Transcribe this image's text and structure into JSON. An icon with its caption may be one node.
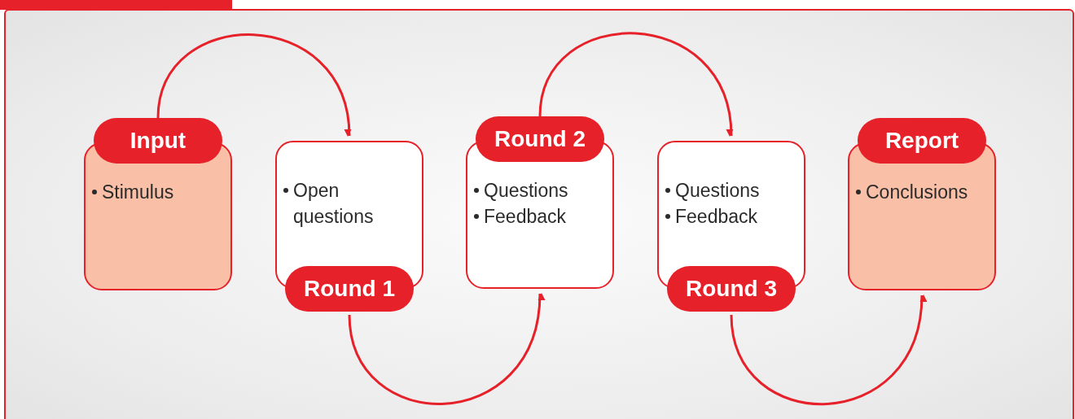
{
  "diagram": {
    "nodes": [
      {
        "text": [
          "Input",
          "Stimulus"
        ]
      },
      {
        "text": [
          "Open questions",
          "Round 1"
        ]
      },
      {
        "text": [
          "Round 2",
          "Questions",
          "Feedback"
        ]
      },
      {
        "text": [
          "Questions",
          "Feedback",
          "Round 3"
        ]
      },
      {
        "text": [
          "Report",
          "Conclusions"
        ]
      }
    ],
    "edges": [
      {
        "from": 0,
        "to": 1,
        "arrow": "to"
      },
      {
        "from": 1,
        "to": 2,
        "arrow": "to"
      },
      {
        "from": 2,
        "to": 3,
        "arrow": "to"
      },
      {
        "from": 3,
        "to": 4,
        "arrow": "to"
      }
    ]
  }
}
